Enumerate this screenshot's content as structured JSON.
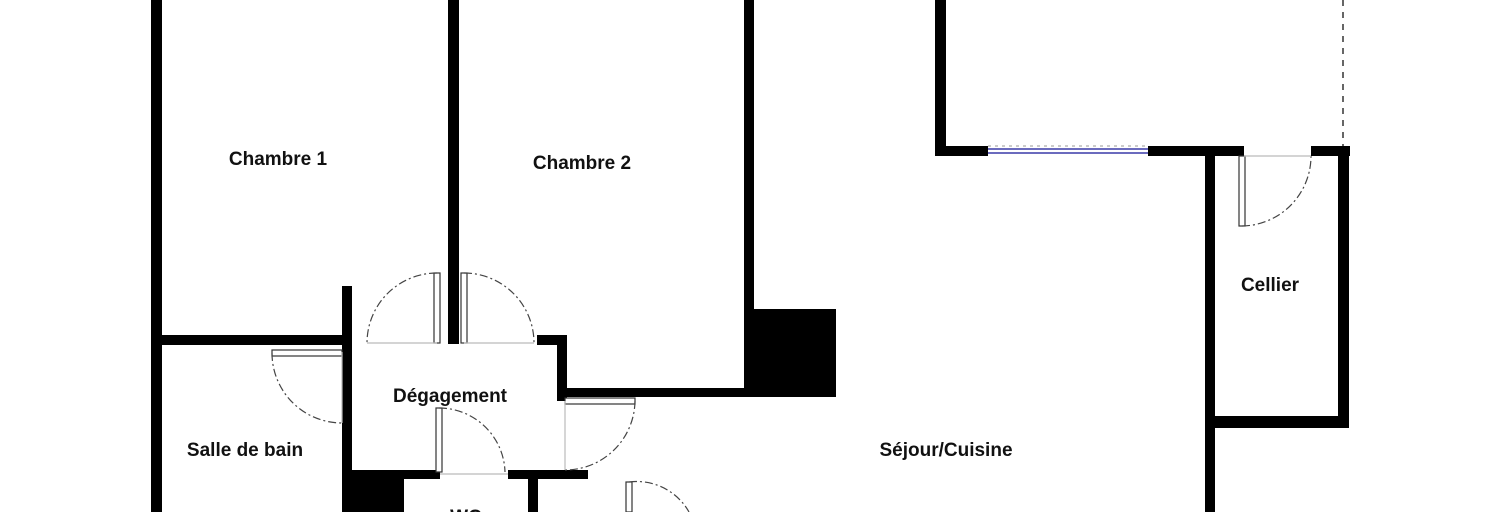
{
  "plan": {
    "colors": {
      "wall": "#000000",
      "door": "#555555",
      "window": "#3a3aa8",
      "background": "#ffffff"
    },
    "rooms": {
      "chambre_1": "Chambre 1",
      "chambre_2": "Chambre 2",
      "cellier": "Cellier",
      "degagement": "Dégagement",
      "salle_de_bain": "Salle de bain",
      "sejour_cuisine": "Séjour/Cuisine",
      "wc": "WC"
    }
  }
}
